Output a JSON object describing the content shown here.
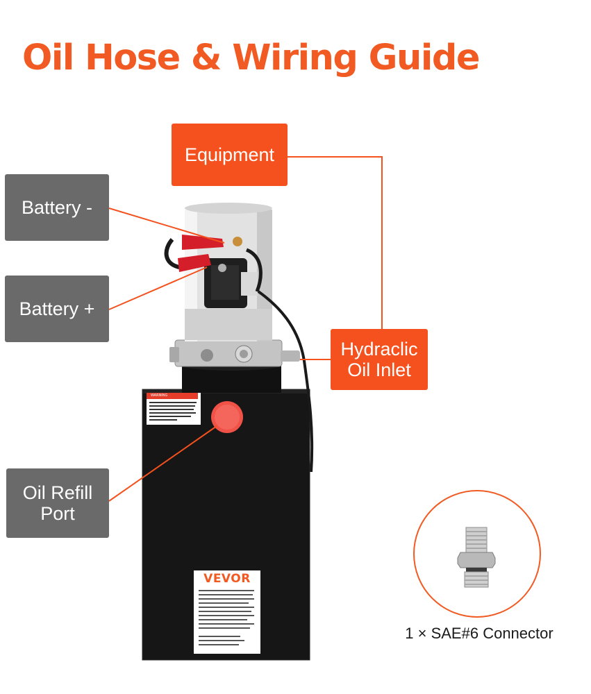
{
  "title": "Oil Hose & Wiring Guide",
  "labels": {
    "equipment": "Equipment",
    "battery_minus": "Battery -",
    "battery_plus": "Battery +",
    "hydraulic_inlet_line1": "Hydraclic",
    "hydraulic_inlet_line2": "Oil Inlet",
    "oil_refill_line1": "Oil Refill",
    "oil_refill_line2": "Port"
  },
  "product": {
    "brand": "VEVOR",
    "warning_label": "WARNING"
  },
  "connector": {
    "caption": "1 × SAE#6 Connector"
  },
  "colors": {
    "accent": "#f15a22",
    "callout_orange": "#f4511e",
    "callout_gray": "#6a6a6a",
    "tank": "#161616",
    "refill_cap": "#f05248",
    "motor": "#e2e2e2"
  },
  "icons": {
    "product_image": "hydraulic-power-unit-illustration",
    "connector_image": "sae6-connector-fitting"
  }
}
